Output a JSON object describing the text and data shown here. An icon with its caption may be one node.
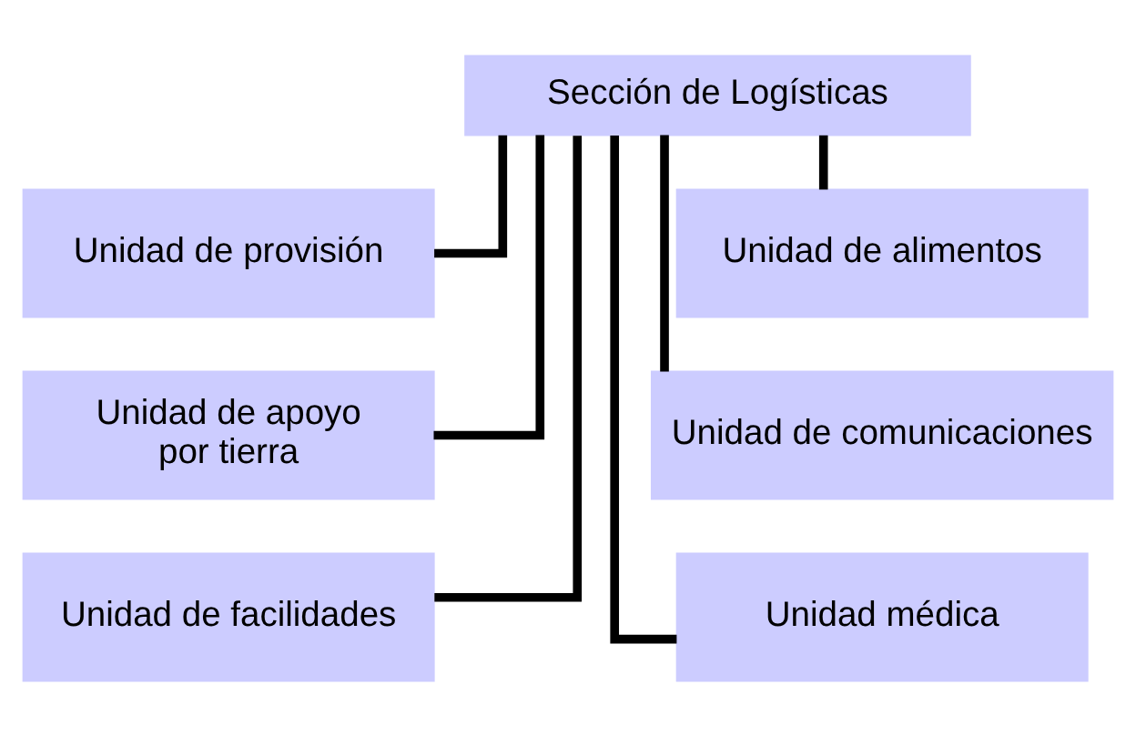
{
  "diagram": {
    "nodes": [
      {
        "text": [
          "Sección de Logísticas"
        ]
      },
      {
        "text": [
          "Unidad de provisión"
        ]
      },
      {
        "text": [
          "Unidad de alimentos"
        ]
      },
      {
        "text": [
          "Unidad de apoyo por tierra"
        ]
      },
      {
        "text": [
          "Unidad de comunicaciones"
        ]
      },
      {
        "text": [
          "Unidad de facilidades"
        ]
      },
      {
        "text": [
          "Unidad médica"
        ]
      }
    ],
    "edges": [
      {
        "from": 0,
        "to": 1,
        "arrow": "none"
      },
      {
        "from": 0,
        "to": 2,
        "arrow": "none"
      },
      {
        "from": 0,
        "to": 3,
        "arrow": "none"
      },
      {
        "from": 0,
        "to": 4,
        "arrow": "none"
      },
      {
        "from": 0,
        "to": 5,
        "arrow": "none"
      },
      {
        "from": 0,
        "to": 6,
        "arrow": "none"
      }
    ]
  }
}
